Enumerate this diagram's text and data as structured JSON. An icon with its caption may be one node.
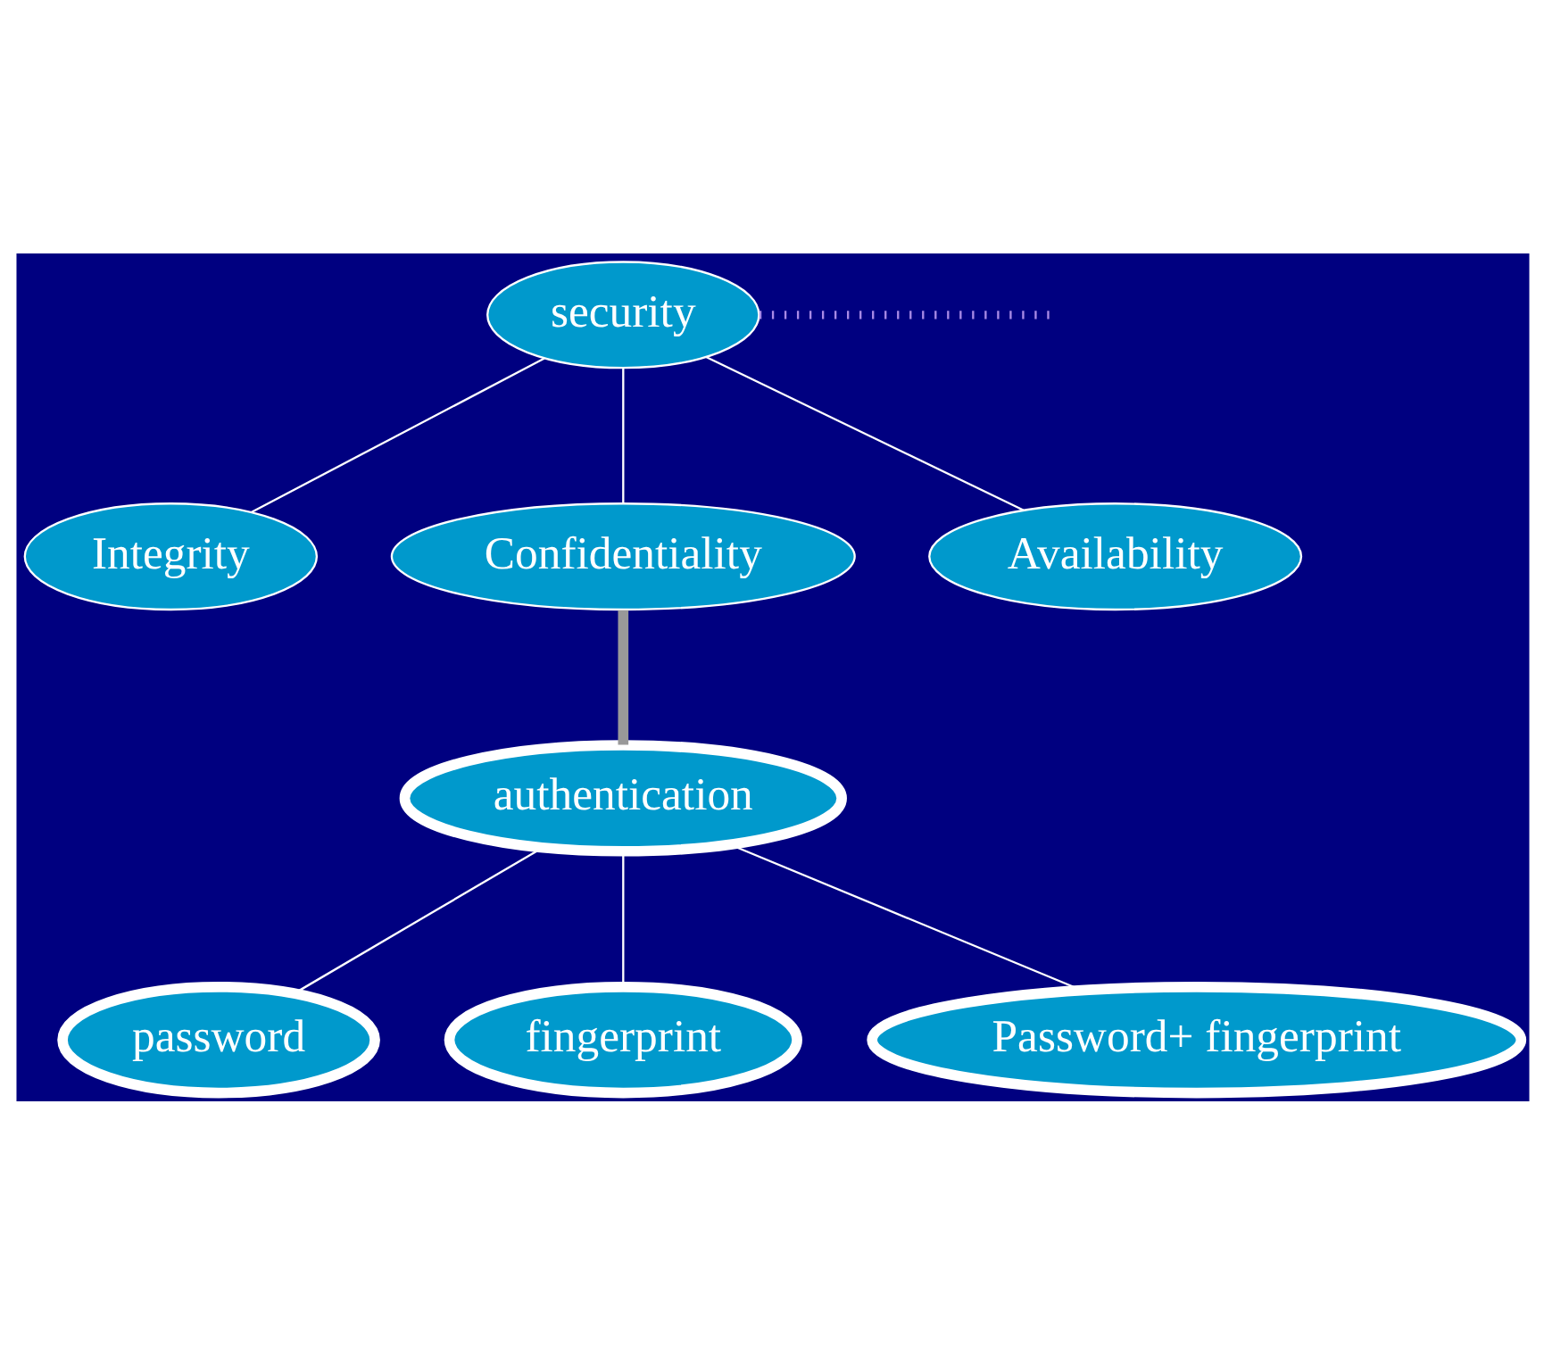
{
  "diagram": {
    "nodes": [
      {
        "text": [
          "security"
        ]
      },
      {
        "text": [
          "Integrity"
        ]
      },
      {
        "text": [
          "Confidentiality"
        ]
      },
      {
        "text": [
          "Availability"
        ]
      },
      {
        "text": [
          "authentication"
        ]
      },
      {
        "text": [
          "password"
        ]
      },
      {
        "text": [
          "fingerprint"
        ]
      },
      {
        "text": [
          "Password+ fingerprint"
        ]
      }
    ],
    "edges": [
      {
        "from": 0,
        "to": null,
        "arrow": "none",
        "style": "dashed",
        "color": "#a98be6"
      },
      {
        "from": 0,
        "to": 1,
        "arrow": "none"
      },
      {
        "from": 0,
        "to": 2,
        "arrow": "none"
      },
      {
        "from": 0,
        "to": 3,
        "arrow": "none"
      },
      {
        "from": 2,
        "to": 4,
        "arrow": "none",
        "style": "thick",
        "color": "#999999"
      },
      {
        "from": 4,
        "to": 5,
        "arrow": "none"
      },
      {
        "from": 4,
        "to": 6,
        "arrow": "none"
      },
      {
        "from": 4,
        "to": 7,
        "arrow": "none"
      }
    ]
  }
}
